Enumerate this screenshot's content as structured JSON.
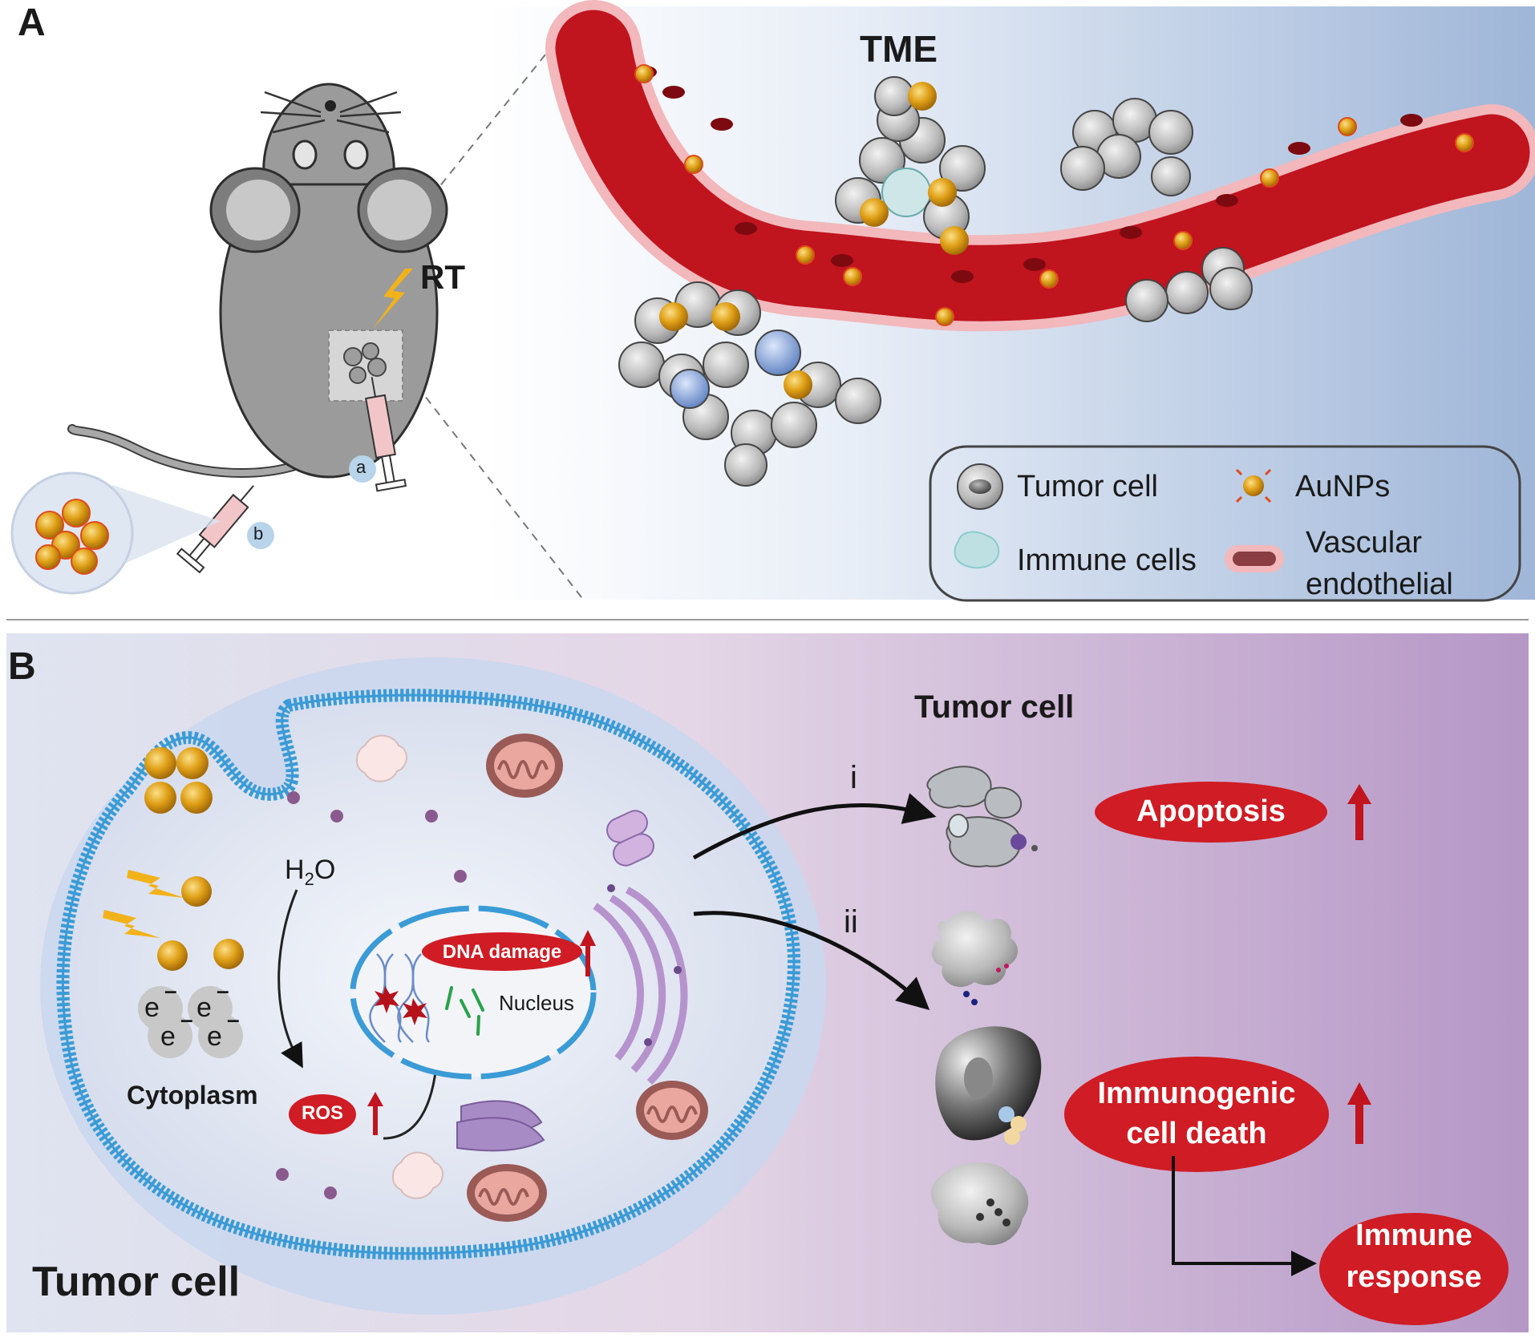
{
  "panel_a": {
    "letter": "A",
    "rt_label": "RT",
    "tme_label": "TME",
    "injection_a": "a",
    "injection_b": "b",
    "legend": {
      "tumor_cell": "Tumor cell",
      "aunps": "AuNPs",
      "immune_cells": "Immune cells",
      "vascular_line1": "Vascular",
      "vascular_line2": "endothelial"
    }
  },
  "panel_b": {
    "letter": "B",
    "tumor_cell_title": "Tumor cell",
    "tumor_cell_bottom": "Tumor cell",
    "h2o_main": "H",
    "h2o_sub": "2",
    "h2o_end": "O",
    "electron": "e",
    "cytoplasm": "Cytoplasm",
    "ros": "ROS",
    "dna_damage": "DNA damage",
    "nucleus": "Nucleus",
    "path_i": "i",
    "path_ii": "ii",
    "apoptosis": "Apoptosis",
    "icd_line1": "Immunogenic",
    "icd_line2": "cell death",
    "immune_line1": "Immune",
    "immune_line2": "response"
  },
  "colors": {
    "blood_vessel": "#c0141e",
    "endothelium": "#f2b8bc",
    "gold": "#e0a017",
    "membrane": "#3a9bd6",
    "red_pill": "#d01c24",
    "arrow_red": "#c0141e",
    "panel_a_bg_right": "#9fb6d8",
    "panel_b_bg_right": "#b89cc8"
  }
}
